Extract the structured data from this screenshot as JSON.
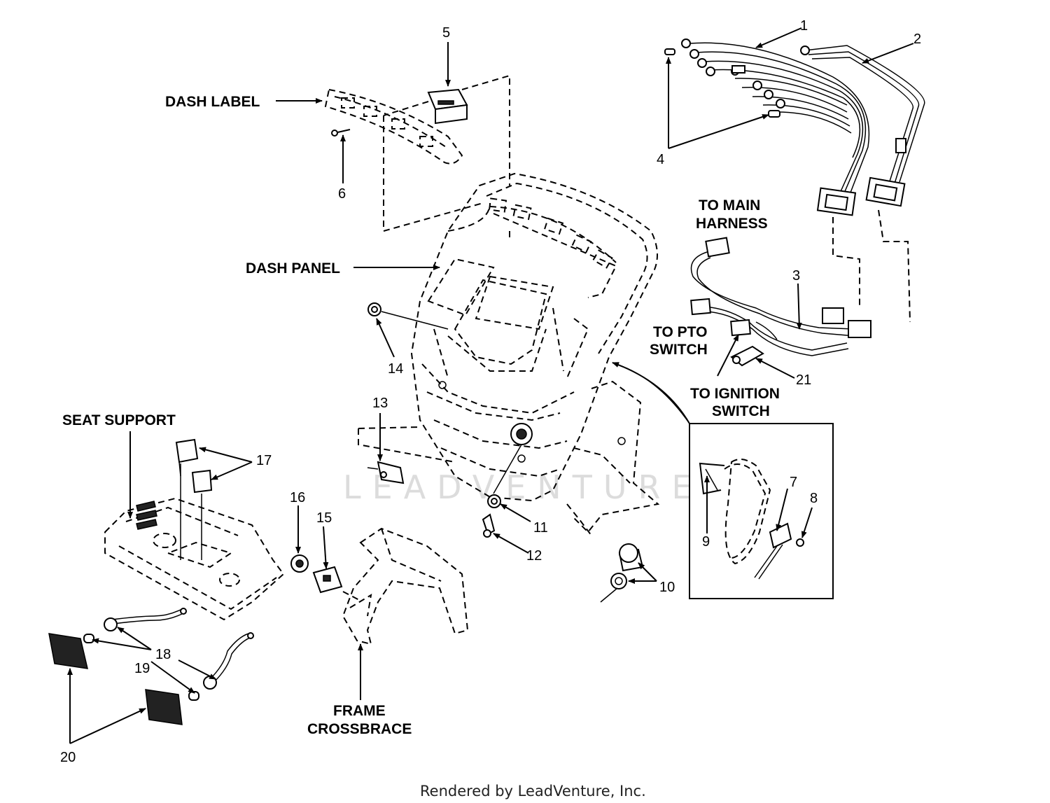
{
  "labels": {
    "dash_label": "DASH LABEL",
    "dash_panel": "DASH PANEL",
    "seat_support": "SEAT SUPPORT",
    "to_main_harness_1": "TO MAIN",
    "to_main_harness_2": "HARNESS",
    "to_pto_switch_1": "TO PTO",
    "to_pto_switch_2": "SWITCH",
    "to_ignition_switch_1": "TO IGNITION",
    "to_ignition_switch_2": "SWITCH",
    "frame_crossbrace_1": "FRAME",
    "frame_crossbrace_2": "CROSSBRACE"
  },
  "callouts": {
    "n1": "1",
    "n2": "2",
    "n3": "3",
    "n4": "4",
    "n5": "5",
    "n6": "6",
    "n7": "7",
    "n8": "8",
    "n9": "9",
    "n10": "10",
    "n11": "11",
    "n12": "12",
    "n13": "13",
    "n14": "14",
    "n15": "15",
    "n16": "16",
    "n17": "17",
    "n18": "18",
    "n19": "19",
    "n20": "20",
    "n21": "21"
  },
  "watermark": "LEADVENTURE",
  "footer": "Rendered by LeadVenture, Inc."
}
